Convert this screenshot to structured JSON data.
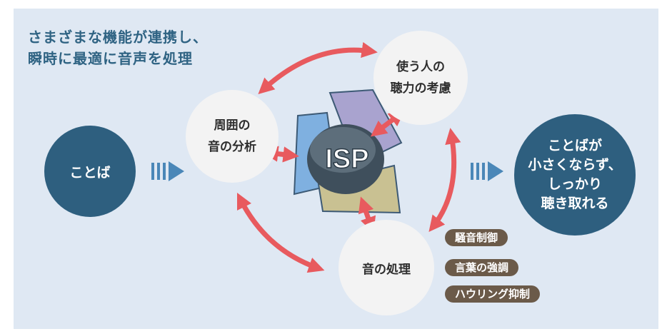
{
  "heading": [
    "さまざまな機能が連携し、",
    "瞬時に最適に音声を処理"
  ],
  "input_node": "ことば",
  "output_node": "ことばが\n小さくならず、\nしっかり\n聴き取れる",
  "nodes": {
    "surrounding": "周囲の\n音の分析",
    "user": "使う人の\n聴力の考慮",
    "processing": "音の処理"
  },
  "center_label": "ISP",
  "processing_tags": [
    "騒音制御",
    "言葉の強調",
    "ハウリング抑制"
  ],
  "colors": {
    "panel": "#dfe8f3",
    "dark_circle": "#2e5f7f",
    "light_circle": "#f3f3f3",
    "arrow": "#e85a5e",
    "chevron": "#4a87b8",
    "tag": "#6b5a49"
  }
}
